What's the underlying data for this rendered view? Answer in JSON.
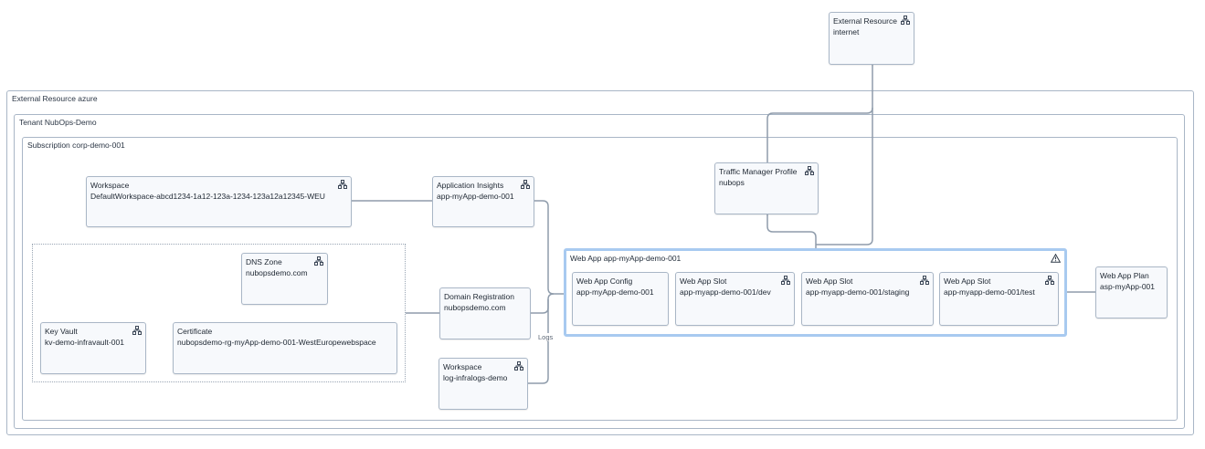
{
  "containers": {
    "external_azure": "External Resource azure",
    "tenant": "Tenant NubOps-Demo",
    "subscription": "Subscription corp-demo-001"
  },
  "nodes": {
    "external_internet": {
      "type": "External Resource",
      "name": "internet",
      "icon": "hierarchy-icon"
    },
    "traffic_manager": {
      "type": "Traffic Manager Profile",
      "name": "nubops",
      "icon": "hierarchy-icon"
    },
    "workspace_default": {
      "type": "Workspace",
      "name": "DefaultWorkspace-abcd1234-1a12-123a-1234-123a12a12345-WEU",
      "icon": "hierarchy-icon"
    },
    "app_insights": {
      "type": "Application Insights",
      "name": "app-myApp-demo-001",
      "icon": "hierarchy-icon"
    },
    "dns_zone": {
      "type": "DNS Zone",
      "name": "nubopsdemo.com",
      "icon": "hierarchy-icon"
    },
    "key_vault": {
      "type": "Key Vault",
      "name": "kv-demo-infravault-001",
      "icon": "hierarchy-icon"
    },
    "certificate": {
      "type": "Certificate",
      "name": "nubopsdemo-rg-myApp-demo-001-WestEuropewebspace"
    },
    "domain_registration": {
      "type": "Domain Registration",
      "name": "nubopsdemo.com"
    },
    "workspace_logs": {
      "type": "Workspace",
      "name": "log-infralogs-demo",
      "icon": "hierarchy-icon"
    },
    "web_app_plan": {
      "type": "Web App Plan",
      "name": "asp-myApp-001"
    }
  },
  "web_app": {
    "title": "Web App app-myApp-demo-001",
    "icon": "warning-icon",
    "children": {
      "config": {
        "type": "Web App Config",
        "name": "app-myApp-demo-001"
      },
      "slot_dev": {
        "type": "Web App Slot",
        "name": "app-myapp-demo-001/dev",
        "icon": "hierarchy-icon"
      },
      "slot_staging": {
        "type": "Web App Slot",
        "name": "app-myapp-demo-001/staging",
        "icon": "hierarchy-icon"
      },
      "slot_test": {
        "type": "Web App Slot",
        "name": "app-myapp-demo-001/test",
        "icon": "hierarchy-icon"
      }
    }
  },
  "edges": {
    "logs_label": "Logs"
  },
  "colors": {
    "node_border": "#a9b6c6",
    "node_fill": "#f7f9fc",
    "edge": "#8f9cab",
    "highlight_border": "#a8caf0"
  }
}
